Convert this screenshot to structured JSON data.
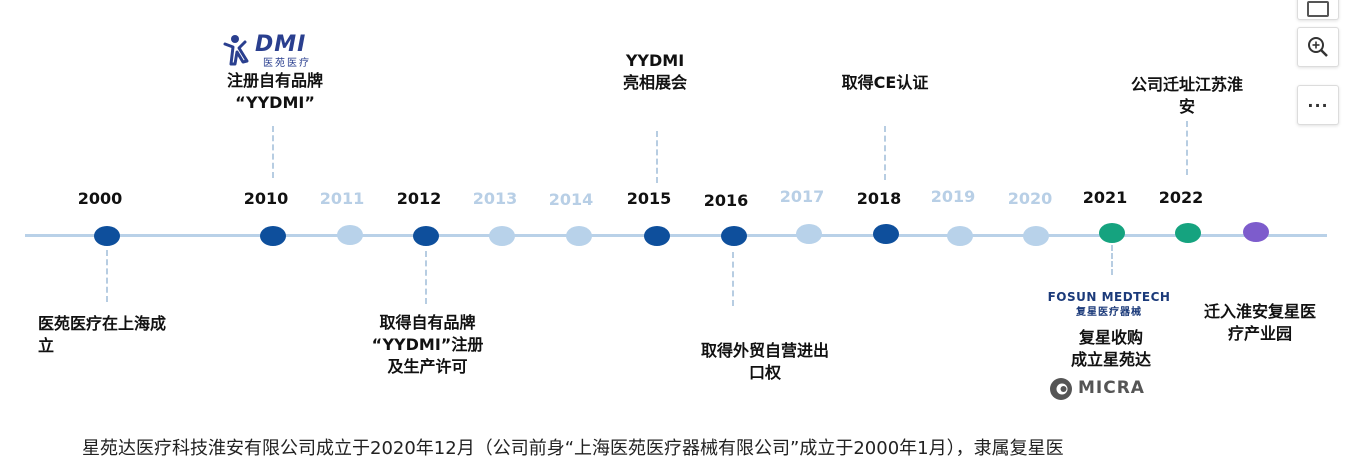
{
  "colors": {
    "dark": "#0e4f9c",
    "light": "#b8d2ea",
    "teal": "#15a37f",
    "purple": "#7d5ccc",
    "line": "#b9d1e8"
  },
  "years": [
    {
      "label": "2000",
      "dim": false
    },
    {
      "label": "2010",
      "dim": false
    },
    {
      "label": "2011",
      "dim": true
    },
    {
      "label": "2012",
      "dim": false
    },
    {
      "label": "2013",
      "dim": true
    },
    {
      "label": "2014",
      "dim": true
    },
    {
      "label": "2015",
      "dim": false
    },
    {
      "label": "2016",
      "dim": false
    },
    {
      "label": "2017",
      "dim": true
    },
    {
      "label": "2018",
      "dim": false
    },
    {
      "label": "2019",
      "dim": true
    },
    {
      "label": "2020",
      "dim": true
    },
    {
      "label": "2021",
      "dim": false
    },
    {
      "label": "2022",
      "dim": false
    }
  ],
  "events": {
    "e2000": [
      "医苑医疗在上海成",
      "立"
    ],
    "e2010": [
      "注册自有品牌",
      "“YYDMI”"
    ],
    "e2012": [
      "取得自有品牌",
      "“YYDMI”注册",
      "及生产许可"
    ],
    "e2015": [
      "YYDMI",
      "亮相展会"
    ],
    "e2016": [
      "取得外贸自营进出",
      "口权"
    ],
    "e2018": [
      "取得CE认证"
    ],
    "e2021": [
      "复星收购",
      "成立星苑达"
    ],
    "e2022": [
      "公司迁址江苏淮",
      "安"
    ],
    "e_last": [
      "迁入淮安复星医",
      "疗产业园"
    ]
  },
  "logos": {
    "dmi_text": "DMI",
    "dmi_sub": "医苑医疗",
    "fosun_top": "FOSUN MEDTECH",
    "fosun_sub": "复星医疗器械",
    "micra": "MICRA"
  },
  "bottom_text": "星苑达医疗科技淮安有限公司成立于2020年12月（公司前身“上海医苑医疗器械有限公司”成立于2000年1月），隶属复星医",
  "toolbar": {
    "zoom_icon": "zoom-in-icon",
    "more_label": "···"
  }
}
